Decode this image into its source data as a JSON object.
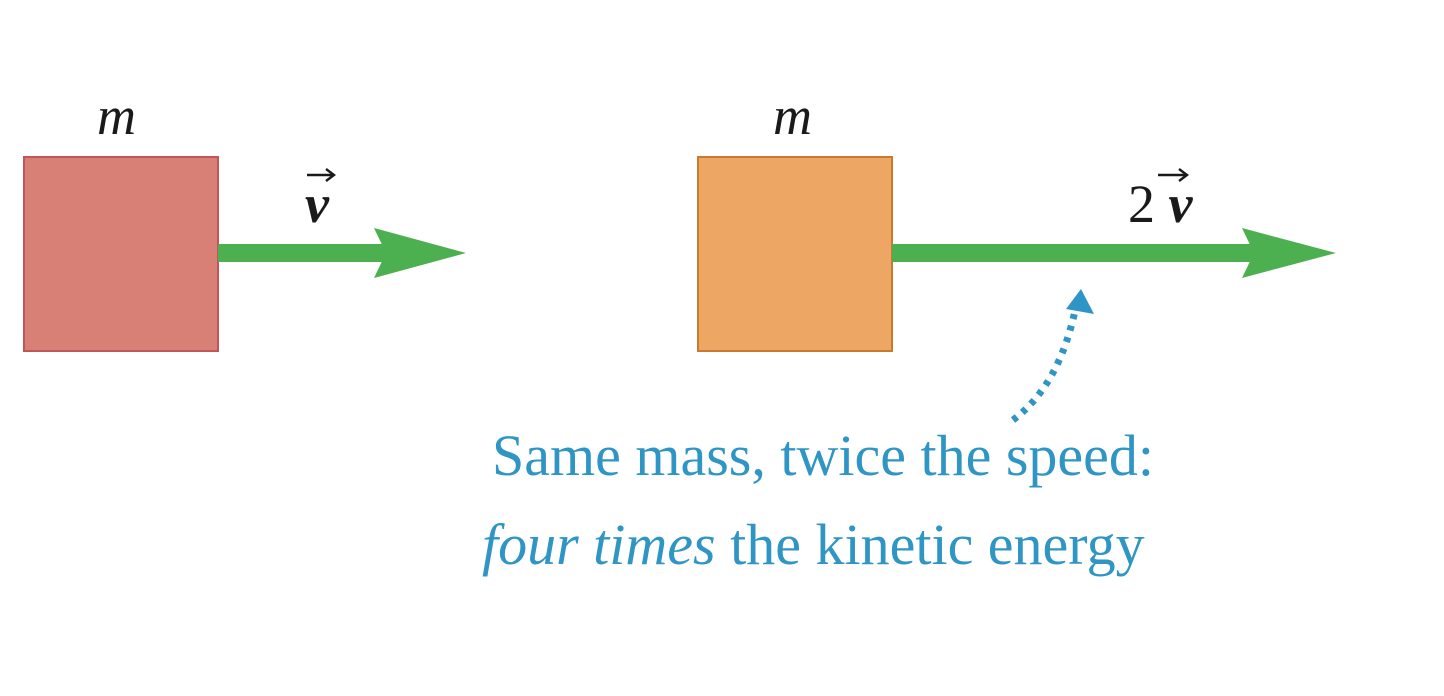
{
  "left_block": {
    "mass_label": "m",
    "velocity_label": "v",
    "fill": "#d98076",
    "stroke": "#c0565a"
  },
  "right_block": {
    "mass_label": "m",
    "velocity_coefficient": "2",
    "velocity_label": "v",
    "fill": "#eea664",
    "stroke": "#c87a2e"
  },
  "arrow_color": "#4caf50",
  "annotation_color": "#2f95c4",
  "caption": {
    "line1": "Same mass, twice the speed:",
    "line2_emphasis": "four times",
    "line2_rest": " the kinetic energy"
  }
}
